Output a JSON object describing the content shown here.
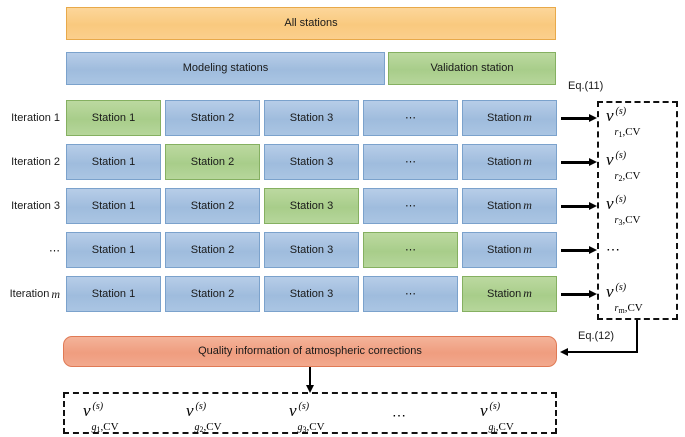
{
  "diagram": {
    "title_row": {
      "label": "All stations"
    },
    "split_row": {
      "modeling": "Modeling stations",
      "validation": "Validation station"
    },
    "equations": {
      "eq11": "Eq.(11)",
      "eq12": "Eq.(12)"
    },
    "iterations": [
      {
        "label": "Iteration 1",
        "label_italic": "",
        "cells": [
          {
            "text": "Station 1",
            "italic": "",
            "highlight": true
          },
          {
            "text": "Station 2",
            "italic": "",
            "highlight": false
          },
          {
            "text": "Station 3",
            "italic": "",
            "highlight": false
          },
          {
            "text": "⋯",
            "italic": "",
            "highlight": false
          },
          {
            "text": "Station",
            "italic": "m",
            "highlight": false
          }
        ]
      },
      {
        "label": "Iteration 2",
        "label_italic": "",
        "cells": [
          {
            "text": "Station 1",
            "italic": "",
            "highlight": false
          },
          {
            "text": "Station 2",
            "italic": "",
            "highlight": true
          },
          {
            "text": "Station 3",
            "italic": "",
            "highlight": false
          },
          {
            "text": "⋯",
            "italic": "",
            "highlight": false
          },
          {
            "text": "Station",
            "italic": "m",
            "highlight": false
          }
        ]
      },
      {
        "label": "Iteration 3",
        "label_italic": "",
        "cells": [
          {
            "text": "Station 1",
            "italic": "",
            "highlight": false
          },
          {
            "text": "Station 2",
            "italic": "",
            "highlight": false
          },
          {
            "text": "Station 3",
            "italic": "",
            "highlight": true
          },
          {
            "text": "⋯",
            "italic": "",
            "highlight": false
          },
          {
            "text": "Station",
            "italic": "m",
            "highlight": false
          }
        ]
      },
      {
        "label": "⋯",
        "label_italic": "",
        "cells": [
          {
            "text": "Station 1",
            "italic": "",
            "highlight": false
          },
          {
            "text": "Station 2",
            "italic": "",
            "highlight": false
          },
          {
            "text": "Station 3",
            "italic": "",
            "highlight": false
          },
          {
            "text": "⋯",
            "italic": "",
            "highlight": true
          },
          {
            "text": "Station",
            "italic": "m",
            "highlight": false
          }
        ]
      },
      {
        "label": "Iteration",
        "label_italic": "m",
        "cells": [
          {
            "text": "Station 1",
            "italic": "",
            "highlight": false
          },
          {
            "text": "Station 2",
            "italic": "",
            "highlight": false
          },
          {
            "text": "Station 3",
            "italic": "",
            "highlight": false
          },
          {
            "text": "⋯",
            "italic": "",
            "highlight": false
          },
          {
            "text": "Station",
            "italic": "m",
            "highlight": true
          }
        ]
      }
    ],
    "cv_right": {
      "items": [
        {
          "base": "v",
          "sup": "(s)",
          "sub_var": "r",
          "sub_idx": "1",
          "cv": ",CV",
          "is_ellipsis": false
        },
        {
          "base": "v",
          "sup": "(s)",
          "sub_var": "r",
          "sub_idx": "2",
          "cv": ",CV",
          "is_ellipsis": false
        },
        {
          "base": "v",
          "sup": "(s)",
          "sub_var": "r",
          "sub_idx": "3",
          "cv": ",CV",
          "is_ellipsis": false
        },
        {
          "base": "",
          "sup": "",
          "sub_var": "",
          "sub_idx": "",
          "cv": "",
          "is_ellipsis": true,
          "text": "⋯"
        },
        {
          "base": "v",
          "sup": "(s)",
          "sub_var": "r",
          "sub_idx": "m",
          "cv": ",CV",
          "is_ellipsis": false
        }
      ]
    },
    "quality_box": {
      "label": "Quality information of atmospheric corrections"
    },
    "cv_bottom": {
      "items": [
        {
          "base": "v",
          "sup": "(s)",
          "sub_var": "g",
          "sub_idx": "1",
          "cv": ",CV",
          "is_ellipsis": false
        },
        {
          "base": "v",
          "sup": "(s)",
          "sub_var": "g",
          "sub_idx": "2",
          "cv": ",CV",
          "is_ellipsis": false
        },
        {
          "base": "v",
          "sup": "(s)",
          "sub_var": "g",
          "sub_idx": "3",
          "cv": ",CV",
          "is_ellipsis": false
        },
        {
          "base": "",
          "sup": "",
          "sub_var": "",
          "sub_idx": "",
          "cv": "",
          "is_ellipsis": true,
          "text": "⋯"
        },
        {
          "base": "v",
          "sup": "(s)",
          "sub_var": "g",
          "sub_idx": "i",
          "cv": ",CV",
          "is_ellipsis": false
        }
      ]
    },
    "colors": {
      "orange": "#f9c97e",
      "blue": "#9fbcdd",
      "green": "#a8cd8a",
      "salmon": "#ef9d7f",
      "stroke": "#111111"
    }
  }
}
